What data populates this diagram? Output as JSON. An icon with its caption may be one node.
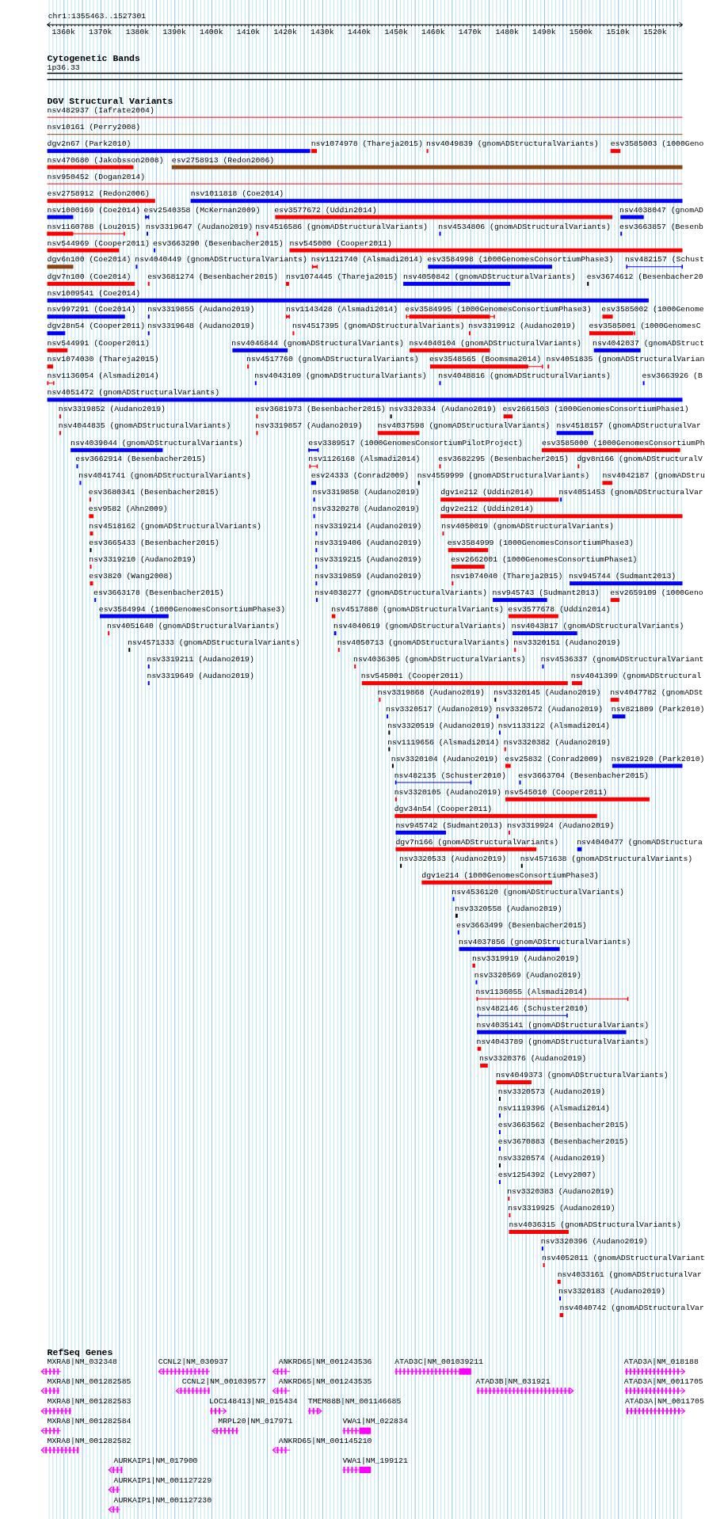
{
  "diagram": {
    "labels": [
      "chr1:1355463..1527301",
      "1360k",
      "1370k",
      "1380k",
      "1390k",
      "1400k",
      "1410k",
      "1420k",
      "1430k",
      "1440k",
      "1450k",
      "1460k",
      "1470k",
      "1480k",
      "1490k",
      "1500k",
      "1510k",
      "1520k",
      "Cytogenetic Bands",
      "1p36.33",
      "DGV Structural Variants",
      "nsv482937 (Iafrate2004)",
      "nsv10161 (Perry2008)",
      "dgv2n67 (Park2010)",
      "nsv1074978 (Thareja2015)",
      "nsv4049839 (gnomADStructuralVariants)",
      "esv3585003 (1000Geno",
      "nsv470680 (Jakobsson2008)",
      "esv2758913 (Redon2006)",
      "nsv950452 (Dogan2014)",
      "esv2758912 (Redon2006)",
      "nsv1011818 (Coe2014)",
      "nsv1000169 (Coe2014)",
      "esv2540358 (McKernan2009)",
      "esv3577672 (Uddin2014)",
      "nsv4038047 (gnomAD",
      "nsv1160788 (Lou2015)",
      "nsv3319647 (Audano2019)",
      "nsv4516586 (gnomADStructuralVariants)",
      "nsv4534806 (gnomADStructuralVariants)",
      "esv3663857 (Besenb",
      "nsv544969 (Cooper2011)",
      "esv3663290 (Besenbacher2015)",
      "nsv545000 (Cooper2011)",
      "dgv6n100 (Coe2014)",
      "nsv4040449 (gnomADStructuralVariants)",
      "nsv1121740 (Alsmadi2014)",
      "esv3584998 (1000GenomesConsortiumPhase3)",
      "nsv482157 (Schust",
      "dgv7n100 (Coe2014)",
      "esv3681274 (Besenbacher2015)",
      "nsv1074445 (Thareja2015)",
      "nsv4050842 (gnomADStructuralVariants)",
      "esv3674612 (Besenbacher20",
      "nsv1009541 (Coe2014)",
      "nsv997291 (Coe2014)",
      "nsv3319855 (Audano2019)",
      "nsv1143428 (Alsmadi2014)",
      "esv3584995 (1000GenomesConsortiumPhase3)",
      "esv3585002 (1000Genome",
      "dgv28n54 (Cooper2011)",
      "nsv3319648 (Audano2019)",
      "nsv4517395 (gnomADStructuralVariants)",
      "nsv3319912 (Audano2019)",
      "esv3585001 (1000GenomesC",
      "nsv544991 (Cooper2011)",
      "nsv4046844 (gnomADStructuralVariants)",
      "nsv4040104 (gnomADStructuralVariants)",
      "nsv4042037 (gnomADStruct",
      "nsv1074030 (Thareja2015)",
      "nsv4517760 (gnomADStructuralVariants)",
      "esv3548565 (Boomsma2014)",
      "nsv4051835 (gnomADStructuralVarian",
      "nsv1136054 (Alsmadi2014)",
      "nsv4043109 (gnomADStructuralVariants)",
      "nsv4048816 (gnomADStructuralVariants)",
      "esv3663926 (B",
      "nsv4051472 (gnomADStructuralVariants)",
      "nsv3319852 (Audano2019)",
      "esv3681973 (Besenbacher2015)",
      "nsv3320334 (Audano2019)",
      "esv2661503 (1000GenomesConsortiumPhase1)",
      "nsv4044835 (gnomADStructuralVariants)",
      "nsv3319857 (Audano2019)",
      "nsv4037598 (gnomADStructuralVariants)",
      "nsv4518157 (gnomADStructuralVar",
      "nsv4039044 (gnomADStructuralVariants)",
      "esv3389517 (1000GenomesConsortiumPilotProject)",
      "esv3585000 (1000GenomesConsortiumPh",
      "esv3662914 (Besenbacher2015)",
      "nsv1126168 (Alsmadi2014)",
      "esv3682295 (Besenbacher2015)",
      "dgv8n166 (gnomADStructuralV",
      "nsv4041741 (gnomADStructuralVariants)",
      "esv24333 (Conrad2009)",
      "nsv4559999 (gnomADStructuralVariants)",
      "nsv4042187 (gnomADStru",
      "esv3680341 (Besenbacher2015)",
      "nsv3319858 (Audano2019)",
      "dgv1e212 (Uddin2014)",
      "nsv4051453 (gnomADStructuralVar",
      "esv9582 (Ahn2009)",
      "nsv3320278 (Audano2019)",
      "dgv2e212 (Uddin2014)",
      "nsv4518162 (gnomADStructuralVariants)",
      "nsv3319214 (Audano2019)",
      "nsv4050019 (gnomADStructuralVariants)",
      "esv3665433 (Besenbacher2015)",
      "nsv3319406 (Audano2019)",
      "esv3584999 (1000GenomesConsortiumPhase3)",
      "nsv3319210 (Audano2019)",
      "nsv3319215 (Audano2019)",
      "esv2662001 (1000GenomesConsortiumPhase1)",
      "esv3820 (Wang2008)",
      "nsv3319859 (Audano2019)",
      "nsv1074040 (Thareja2015)",
      "nsv945744 (Sudmant2013)",
      "esv3663178 (Besenbacher2015)",
      "nsv4038277 (gnomADStructuralVariants)",
      "nsv945743 (Sudmant2013)",
      "esv2659109 (1000Geno",
      "esv3584994 (1000GenomesConsortiumPhase3)",
      "nsv4517880 (gnomADStructuralVariants)",
      "esv3577678 (Uddin2014)",
      "nsv4051640 (gnomADStructuralVariants)",
      "nsv4040619 (gnomADStructuralVariants)",
      "nsv4043817 (gnomADStructuralVariants)",
      "nsv4571333 (gnomADStructuralVariants)",
      "nsv4050713 (gnomADStructuralVariants)",
      "nsv3320151 (Audano2019)",
      "nsv3319211 (Audano2019)",
      "nsv4036305 (gnomADStructuralVariants)",
      "nsv4536337 (gnomADStructuralVariant",
      "nsv3319649 (Audano2019)",
      "nsv545001 (Cooper2011)",
      "nsv4041399 (gnomADStructural",
      "nsv3319868 (Audano2019)",
      "nsv3320145 (Audano2019)",
      "nsv4047782 (gnomADSt",
      "nsv3320517 (Audano2019)",
      "nsv3320572 (Audano2019)",
      "nsv821809 (Park2010)",
      "nsv3320519 (Audano2019)",
      "nsv1133122 (Alsmadi2014)",
      "nsv1119656 (Alsmadi2014)",
      "nsv3320382 (Audano2019)",
      "nsv3320104 (Audano2019)",
      "esv25832 (Conrad2009)",
      "nsv821920 (Park2010)",
      "nsv482135 (Schuster2010)",
      "esv3663704 (Besenbacher2015)",
      "nsv3320105 (Audano2019)",
      "nsv545010 (Cooper2011)",
      "dgv34n54 (Cooper2011)",
      "nsv945742 (Sudmant2013)",
      "nsv3319924 (Audano2019)",
      "dgv7n166 (gnomADStructuralVariants)",
      "nsv4040477 (gnomADStructura",
      "nsv3320533 (Audano2019)",
      "nsv4571638 (gnomADStructuralVariants)",
      "dgv1e214 (1000GenomesConsortiumPhase3)",
      "nsv4536120 (gnomADStructuralVariants)",
      "nsv3320558 (Audano2019)",
      "esv3663499 (Besenbacher2015)",
      "nsv4037856 (gnomADStructuralVariants)",
      "nsv3319919 (Audano2019)",
      "nsv3320569 (Audano2019)",
      "nsv1136055 (Alsmadi2014)",
      "nsv482146 (Schuster2010)",
      "nsv4035141 (gnomADStructuralVariants)",
      "nsv4043789 (gnomADStructuralVariants)",
      "nsv3320376 (Audano2019)",
      "nsv4049373 (gnomADStructuralVariants)",
      "nsv3320573 (Audano2019)",
      "nsv1119396 (Alsmadi2014)",
      "esv3663562 (Besenbacher2015)",
      "esv3670883 (Besenbacher2015)",
      "nsv3320574 (Audano2019)",
      "esv1254392 (Levy2007)",
      "nsv3320383 (Audano2019)",
      "nsv3319925 (Audano2019)",
      "nsv4036315 (gnomADStructuralVariants)",
      "nsv3320396 (Audano2019)",
      "nsv4052011 (gnomADStructuralVariant",
      "nsv4033161 (gnomADStructuralVar",
      "nsv3320183 (Audano2019)",
      "nsv4040742 (gnomADStructuralVar",
      "RefSeq Genes",
      "MXRA8|NM_032348",
      "CCNL2|NM_030937",
      "ANKRD65|NM_001243536",
      "ATAD3C|NM_001039211",
      "ATAD3A|NM_018188",
      "MXRA8|NM_001282585",
      "CCNL2|NM_001039577",
      "ANKRD65|NM_001243535",
      "ATAD3B|NM_031921",
      "ATAD3A|NM_0011705",
      "MXRA8|NM_001282583",
      "LOC148413|NR_015434",
      "TMEM88B|NM_001146685",
      "ATAD3A|NM_0011705",
      "MXRA8|NM_001282584",
      "MRPL20|NM_017971",
      "VWA1|NM_022834",
      "MXRA8|NM_001282582",
      "ANKRD65|NM_001145210",
      "AURKAIP1|NM_017900",
      "VWA1|NM_199121",
      "AURKAIP1|NM_001127229",
      "AURKAIP1|NM_001127230"
    ]
  }
}
